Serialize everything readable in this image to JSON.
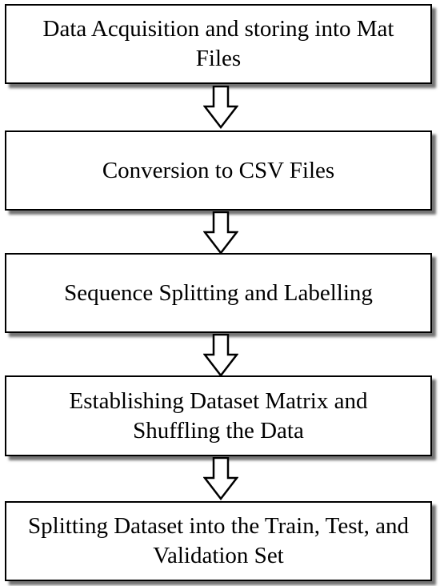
{
  "flowchart": {
    "steps": [
      {
        "label": "Data Acquisition and storing into Mat Files"
      },
      {
        "label": "Conversion to CSV Files"
      },
      {
        "label": "Sequence Splitting and Labelling"
      },
      {
        "label": "Establishing Dataset Matrix and Shuffling the Data"
      },
      {
        "label": "Splitting Dataset into the Train, Test, and Validation Set"
      }
    ]
  }
}
